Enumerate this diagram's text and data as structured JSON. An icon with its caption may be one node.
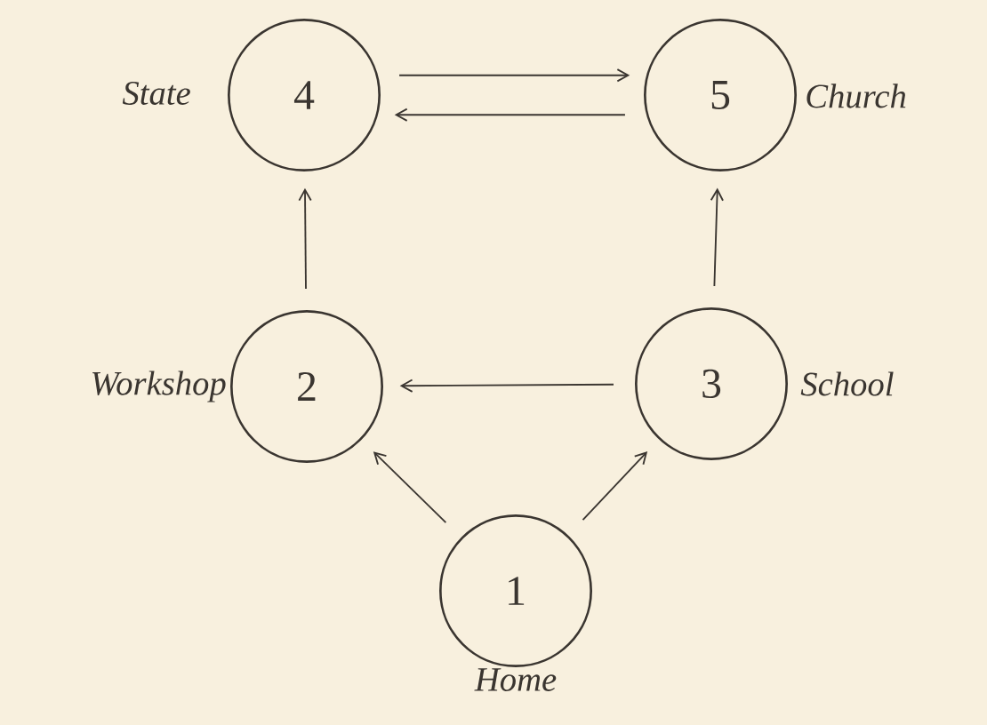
{
  "diagram": {
    "nodes": [
      {
        "text": [
          "4"
        ],
        "beside": [
          "State"
        ]
      },
      {
        "text": [
          "5"
        ],
        "beside": [
          "Church"
        ]
      },
      {
        "text": [
          "2"
        ],
        "beside": [
          "Workshop"
        ]
      },
      {
        "text": [
          "3"
        ],
        "beside": [
          "School"
        ]
      },
      {
        "text": [
          "1"
        ],
        "beside": [
          "Home"
        ]
      }
    ],
    "edges": [
      {
        "from": 0,
        "to": 1,
        "arrow": "to"
      },
      {
        "from": 1,
        "to": 0,
        "arrow": "to"
      },
      {
        "from": 2,
        "to": 0,
        "arrow": "to"
      },
      {
        "from": 3,
        "to": 1,
        "arrow": "to"
      },
      {
        "from": 3,
        "to": 2,
        "arrow": "to"
      },
      {
        "from": 4,
        "to": 2,
        "arrow": "to"
      },
      {
        "from": 4,
        "to": 3,
        "arrow": "to"
      }
    ]
  }
}
